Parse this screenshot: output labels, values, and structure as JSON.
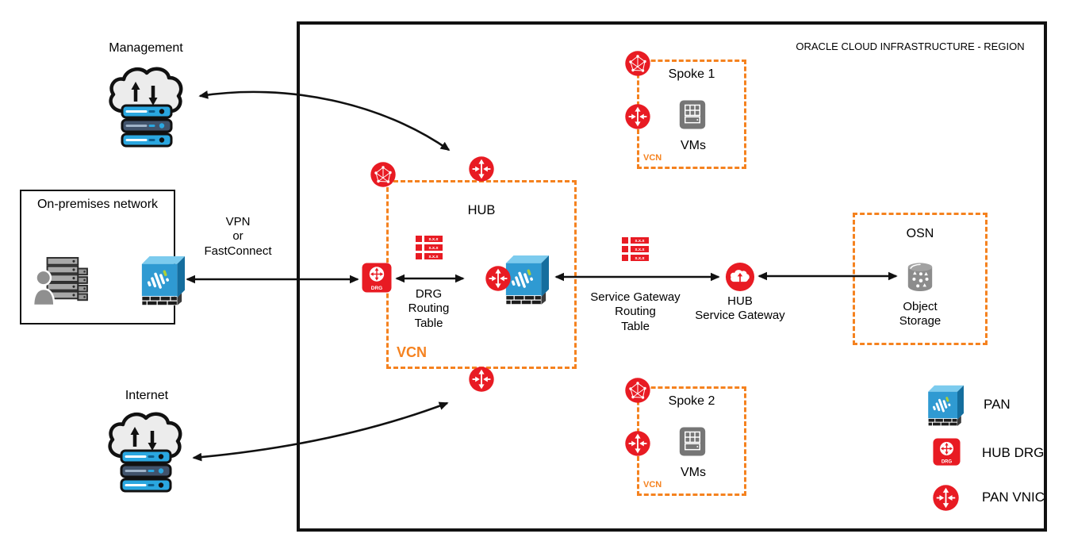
{
  "colors": {
    "accent_red": "#e81b23",
    "accent_orange": "#f5821f",
    "pan_blue": "#2f9ad2",
    "line_black": "#111111"
  },
  "region": {
    "title": "ORACLE CLOUD INFRASTRUCTURE - REGION"
  },
  "external": {
    "management_label": "Management",
    "on_premises_label": "On-premises network",
    "link_label": "VPN\nor\nFastConnect",
    "internet_label": "Internet"
  },
  "hub": {
    "title": "HUB",
    "vcn_label": "VCN",
    "drg_badge": "DRG",
    "drg_routing_table_label": "DRG\nRouting\nTable",
    "service_gateway_routing_table_label": "Service Gateway\nRouting\nTable",
    "service_gateway_label": "HUB\nService Gateway"
  },
  "labels": {
    "routing_cell": "x.x.x"
  },
  "spokes": [
    {
      "title": "Spoke 1",
      "vms_label": "VMs",
      "vcn_label": "VCN"
    },
    {
      "title": "Spoke 2",
      "vms_label": "VMs",
      "vcn_label": "VCN"
    }
  ],
  "osn": {
    "title": "OSN",
    "object_storage_label": "Object\nStorage"
  },
  "legend": {
    "pan": "PAN",
    "hub_drg": "HUB DRG",
    "pan_vnic": "PAN VNIC"
  }
}
